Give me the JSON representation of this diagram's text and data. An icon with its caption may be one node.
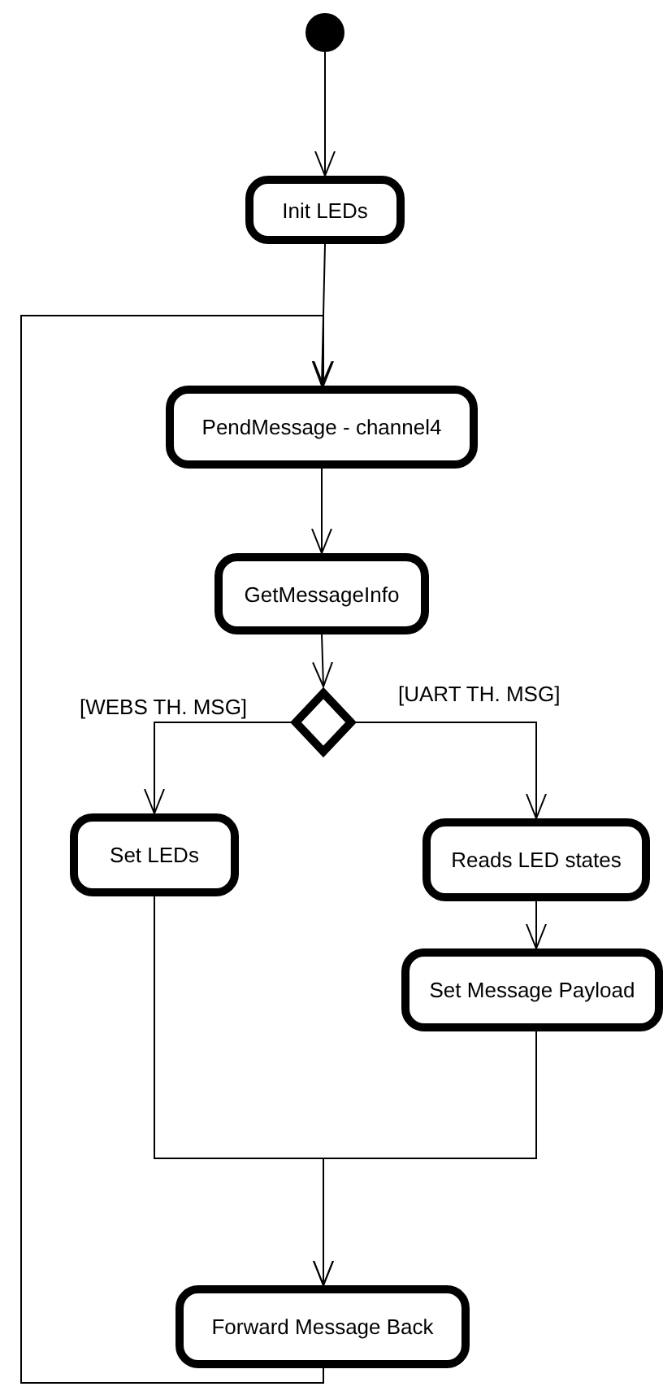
{
  "diagram": {
    "nodes": [
      {
        "text": [],
        "shape": "circle"
      },
      {
        "text": [
          "Init LEDs"
        ]
      },
      {
        "text": [
          "PendMessage - channel4"
        ]
      },
      {
        "text": [
          "GetMessageInfo"
        ]
      },
      {
        "text": [],
        "shape": "diamond"
      },
      {
        "text": [
          "Set LEDs"
        ]
      },
      {
        "text": [
          "Reads LED states"
        ]
      },
      {
        "text": [
          "Set Message Payload"
        ]
      },
      {
        "text": [
          "Forward Message Back"
        ]
      }
    ],
    "edges": [
      {
        "from": 0,
        "to": 1,
        "arrow": "to"
      },
      {
        "from": 1,
        "to": 2,
        "arrow": "to"
      },
      {
        "from": 2,
        "to": 3,
        "arrow": "to"
      },
      {
        "from": 3,
        "to": 4,
        "arrow": "to"
      },
      {
        "from": 4,
        "to": 5,
        "arrow": "to",
        "label": "[WEBS TH. MSG]"
      },
      {
        "from": 4,
        "to": 6,
        "arrow": "to",
        "label": "[UART TH. MSG]"
      },
      {
        "from": 6,
        "to": 7,
        "arrow": "to"
      },
      {
        "from": 5,
        "to": 8,
        "arrow": "to"
      },
      {
        "from": 7,
        "to": 8,
        "arrow": "to"
      },
      {
        "from": 8,
        "to": 2,
        "arrow": "to"
      }
    ]
  }
}
